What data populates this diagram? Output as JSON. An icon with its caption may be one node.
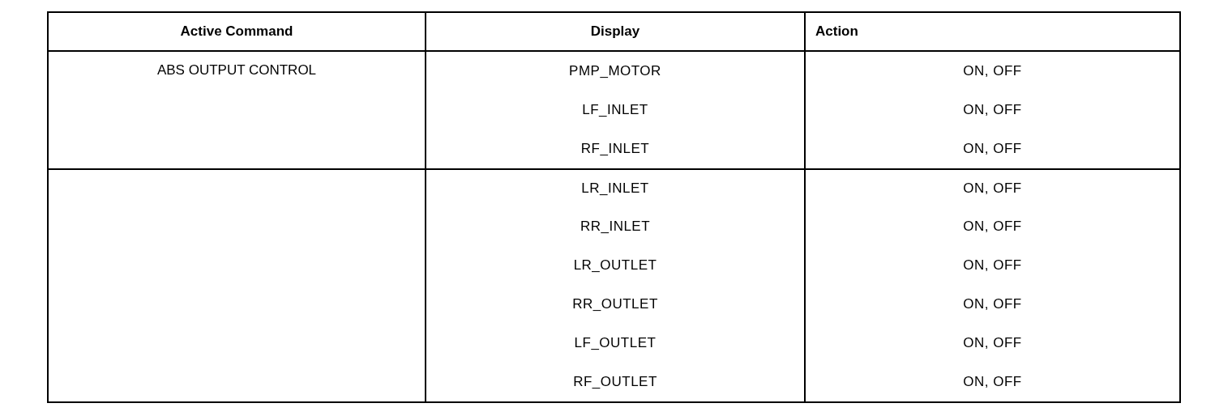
{
  "diagram": {
    "labels": [
      "Active Command",
      "Display",
      "Action",
      "ABS OUTPUT CONTROL",
      "PMP_MOTOR",
      "ON, OFF",
      "LF_INLET",
      "ON, OFF",
      "RF_INLET",
      "ON, OFF",
      "LR_INLET",
      "ON, OFF",
      "RR_INLET",
      "ON, OFF",
      "LR_OUTLET",
      "ON, OFF",
      "RR_OUTLET",
      "ON, OFF",
      "LF_OUTLET",
      "ON, OFF",
      "RF_OUTLET",
      "ON, OFF"
    ]
  }
}
